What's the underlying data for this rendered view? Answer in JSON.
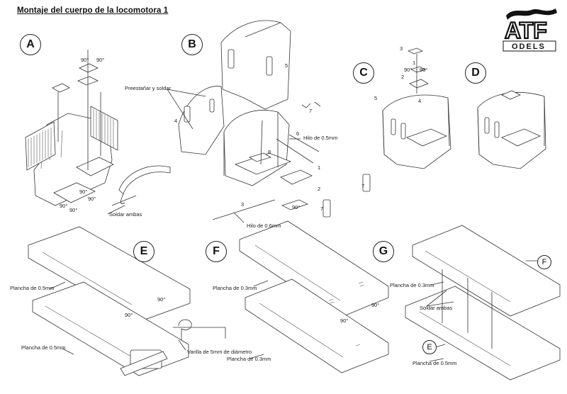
{
  "sheet_title": "Montaje del cuerpo de la locomotora 1",
  "logo": {
    "text_top": "ATF",
    "text_bottom": "ODELS"
  },
  "steps": {
    "A": "A",
    "B": "B",
    "C": "C",
    "D": "D",
    "E": "E",
    "F": "F",
    "G": "G"
  },
  "callouts": {
    "preestanar": "Preestañar y soldar",
    "hilo_05": "Hilo de 0.5mm",
    "hilo_06": "Hilo de 0.6mm",
    "soldar_ambas_a": "Soldar ambas",
    "soldar_ambas_g": "Soldar ambas",
    "plancha_e_top": "Plancha de 0.5mm",
    "plancha_e_bottom": "Plancha de 0.5mm",
    "varilla": "Varilla de 5mm de diámetro",
    "plancha_f_top": "Plancha de 0.3mm",
    "plancha_f_bottom": "Plancha de 0.3mm",
    "plancha_g_top": "Plancha de 0.3mm",
    "plancha_g_bottom": "Plancha de 0.5mm"
  },
  "angles": {
    "a1": "90°",
    "a2": "90°",
    "a3": "90°",
    "a4": "90°",
    "a5": "90°",
    "a6": "90°",
    "b1": "90°",
    "c1": "90°",
    "c2": "90°",
    "e1": "90°",
    "e2": "90°",
    "f1": "90°",
    "f2": "90°"
  },
  "part_numbers": {
    "b_1": "1",
    "b_2": "2",
    "b_3": "3",
    "b_4": "4",
    "b_5": "5",
    "b_6": "6",
    "b_7a": "7",
    "b_7b": "7",
    "b_7c": "7",
    "b_8": "8",
    "c_1": "1",
    "c_2": "2",
    "c_3": "3",
    "c_4": "4",
    "c_5": "5"
  },
  "ref_circles": {
    "g_f": "F",
    "g_e": "E"
  }
}
